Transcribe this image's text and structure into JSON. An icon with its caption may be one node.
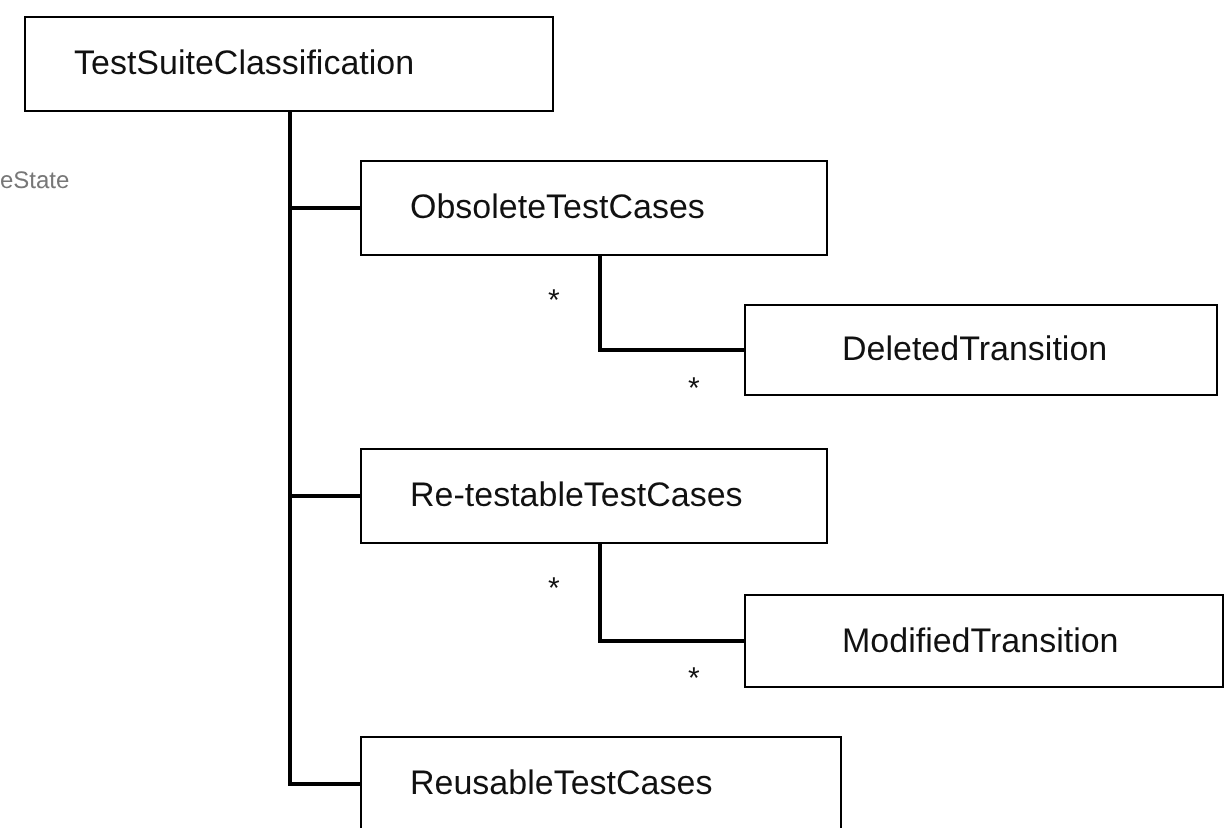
{
  "diagram": {
    "nodes": [
      {
        "text": [
          "TestSuiteClassification"
        ]
      },
      {
        "text": [
          "ObsoleteTestCases"
        ]
      },
      {
        "text": [
          "DeletedTransition"
        ]
      },
      {
        "text": [
          "Re-testableTestCases"
        ]
      },
      {
        "text": [
          "ModifiedTransition"
        ]
      },
      {
        "text": [
          "ReusableTestCases"
        ]
      }
    ],
    "edges": [
      {
        "from": 0,
        "to": 1,
        "arrow": "none"
      },
      {
        "from": 0,
        "to": 3,
        "arrow": "none"
      },
      {
        "from": 0,
        "to": 5,
        "arrow": "none"
      },
      {
        "from": 1,
        "to": 2,
        "arrow": "none"
      },
      {
        "from": 3,
        "to": 4,
        "arrow": "none"
      }
    ],
    "labels": [
      "eState",
      "*",
      "*",
      "*",
      "*"
    ]
  }
}
